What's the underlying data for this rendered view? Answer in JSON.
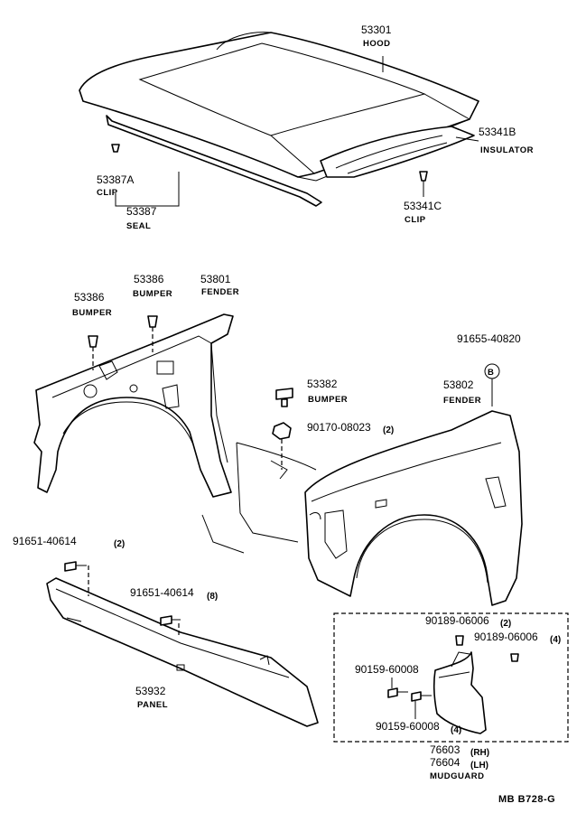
{
  "diagram": {
    "code": "MB  B728-G",
    "colors": {
      "ink": "#000000",
      "paper": "#ffffff"
    }
  },
  "hood": {
    "number": "53301",
    "label": "HOOD"
  },
  "insulator": {
    "number": "53341B",
    "label": "INSULATOR"
  },
  "clip_a": {
    "number": "53387A",
    "label": "CLIP"
  },
  "seal": {
    "number": "53387",
    "label": "SEAL"
  },
  "clip_c": {
    "number": "53341C",
    "label": "CLIP"
  },
  "bumper_left": {
    "number": "53386",
    "label": "BUMPER"
  },
  "bumper_mid": {
    "number": "53386",
    "label": "BUMPER"
  },
  "fender_lh": {
    "number": "53801",
    "label": "FENDER"
  },
  "screw_top": {
    "number": "91655-40820",
    "callout": "B"
  },
  "bumper_right": {
    "number": "53382",
    "label": "BUMPER"
  },
  "fender_rh": {
    "number": "53802",
    "label": "FENDER"
  },
  "nut": {
    "number": "90170-08023",
    "qty": "(2)"
  },
  "bolt_panel_top": {
    "number": "91651-40614",
    "qty": "(2)"
  },
  "bolt_panel_mid": {
    "number": "91651-40614",
    "qty": "(8)"
  },
  "panel": {
    "number": "53932",
    "label": "PANEL"
  },
  "mudguard_screw_a": {
    "number": "90189-06006",
    "qty": "(2)"
  },
  "mudguard_screw_b": {
    "number": "90189-06006",
    "qty": "(4)"
  },
  "mudguard_screw_c": {
    "number": "90159-60008"
  },
  "mudguard_screw_d": {
    "number": "90159-60008",
    "qty": "(4)"
  },
  "mudguard": {
    "number_rh": "76603",
    "side_rh": "(RH)",
    "number_lh": "76604",
    "side_lh": "(LH)",
    "label": "MUDGUARD"
  }
}
